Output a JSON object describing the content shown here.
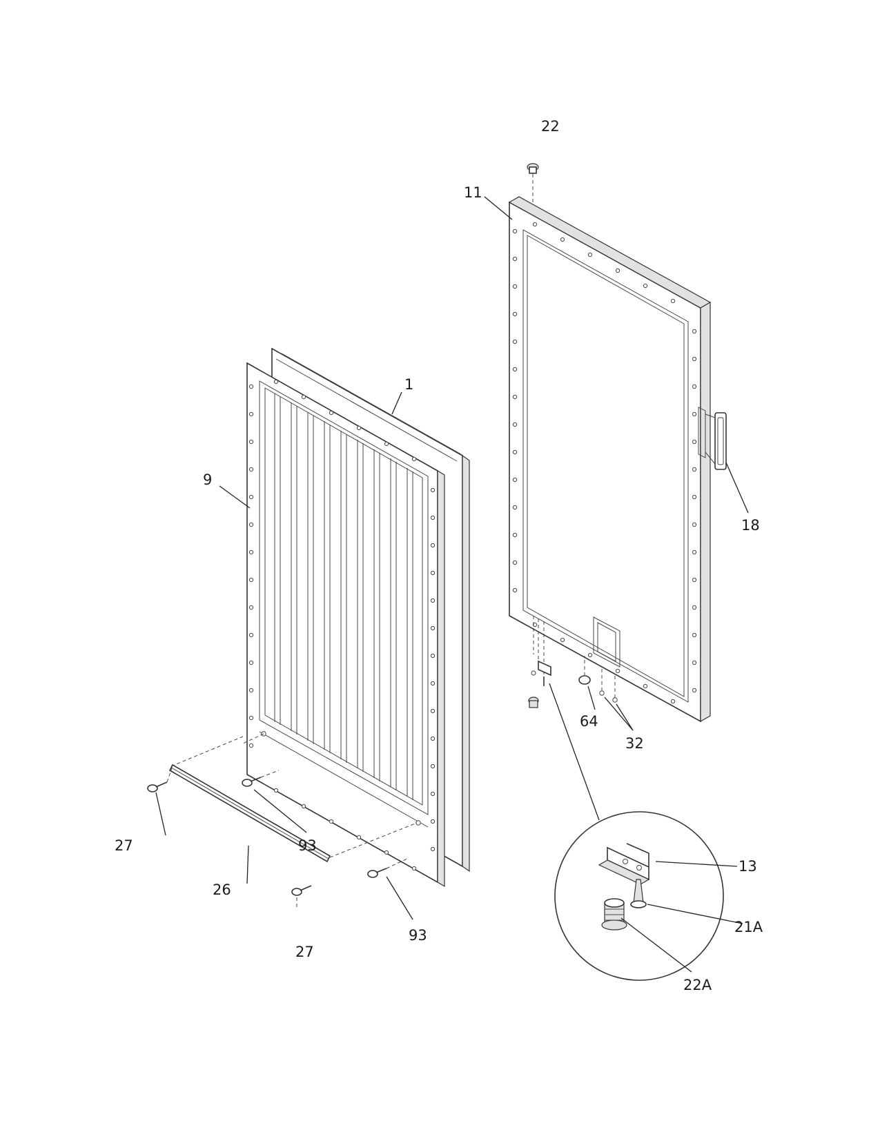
{
  "diagram": {
    "callouts": {
      "p1": "1",
      "p9": "9",
      "p11": "11",
      "p13": "13",
      "p18": "18",
      "p21a": "21A",
      "p22": "22",
      "p22a": "22A",
      "p26": "26",
      "p27a": "27",
      "p27b": "27",
      "p32": "32",
      "p64": "64",
      "p93a": "93",
      "p93b": "93"
    },
    "colors": {
      "line": "#333333",
      "background": "#ffffff"
    }
  }
}
